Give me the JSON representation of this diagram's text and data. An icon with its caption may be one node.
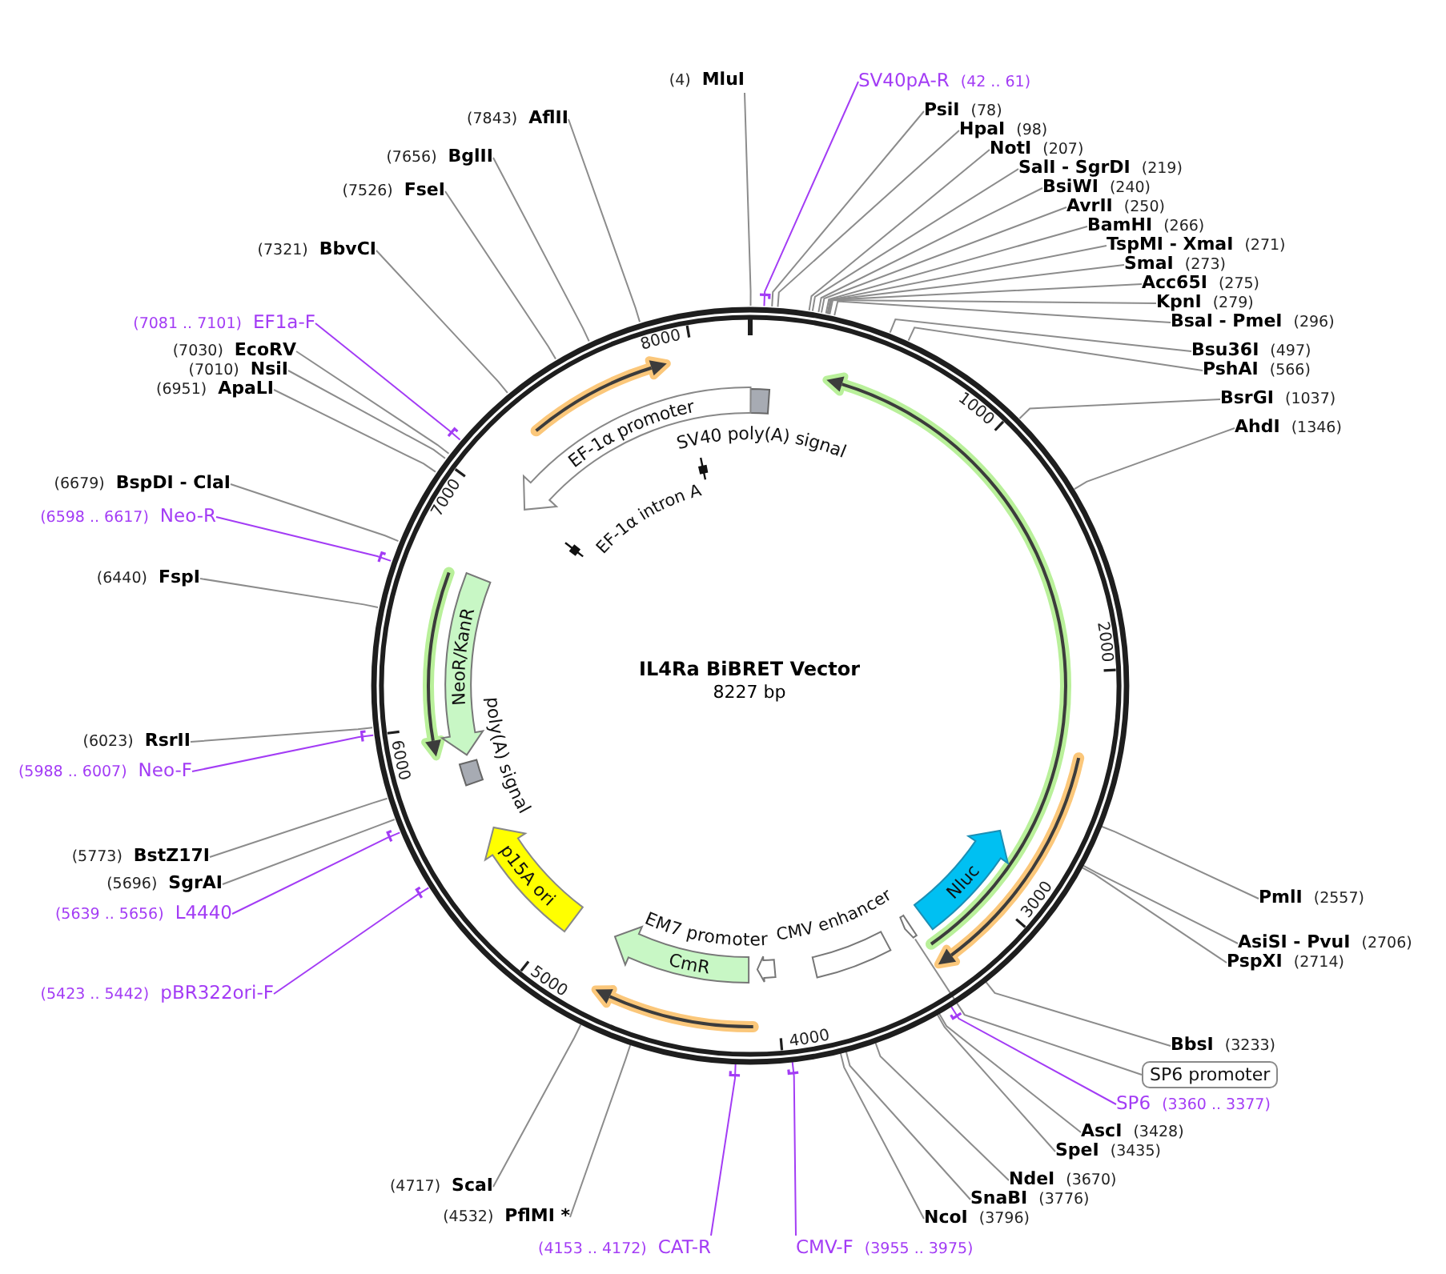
{
  "diagram": {
    "nodes": [
      {
        "text": [
          "IL4Ra BiBRET Vector",
          "8227 bp"
        ]
      },
      {
        "text": [
          "SV40 poly(A) signal"
        ],
        "in": 0
      },
      {
        "text": [
          "EF-1α promoter"
        ],
        "in": 0
      },
      {
        "text": [
          "EF-1α intron A"
        ],
        "in": 0
      },
      {
        "text": [
          "NeoR/KanR"
        ],
        "in": 0
      },
      {
        "text": [
          "poly(A) signal"
        ],
        "in": 0
      },
      {
        "text": [
          "p15A ori"
        ],
        "in": 0
      },
      {
        "text": [
          "Nluc"
        ],
        "in": 0
      },
      {
        "text": [
          "CMV enhancer"
        ],
        "in": 0
      },
      {
        "text": [],
        "shape": "arrow",
        "in": 0
      },
      {
        "text": [
          "EM7 promoter"
        ],
        "in": 0
      },
      {
        "text": [
          "CmR"
        ],
        "in": 0
      },
      {
        "text": [
          "MluI"
        ],
        "beside": [
          "(4)"
        ]
      },
      {
        "text": [
          "SV40pA-R"
        ],
        "beside": [
          "(42 .. 61)"
        ]
      },
      {
        "text": [
          "PsiI"
        ],
        "beside": [
          "(78)"
        ]
      },
      {
        "text": [
          "HpaI"
        ],
        "beside": [
          "(98)"
        ]
      },
      {
        "text": [
          "NotI"
        ],
        "beside": [
          "(207)"
        ]
      },
      {
        "text": [
          "SalI - SgrDI"
        ],
        "beside": [
          "(219)"
        ]
      },
      {
        "text": [
          "BsiWI"
        ],
        "beside": [
          "(240)"
        ]
      },
      {
        "text": [
          "AvrII"
        ],
        "beside": [
          "(250)"
        ]
      },
      {
        "text": [
          "BamHI"
        ],
        "beside": [
          "(266)"
        ]
      },
      {
        "text": [
          "TspMI - XmaI"
        ],
        "beside": [
          "(271)"
        ]
      },
      {
        "text": [
          "SmaI"
        ],
        "beside": [
          "(273)"
        ]
      },
      {
        "text": [
          "Acc65I"
        ],
        "beside": [
          "(275)"
        ]
      },
      {
        "text": [
          "KpnI"
        ],
        "beside": [
          "(279)"
        ]
      },
      {
        "text": [
          "BsaI - PmeI"
        ],
        "beside": [
          "(296)"
        ]
      },
      {
        "text": [
          "Bsu36I"
        ],
        "beside": [
          "(497)"
        ]
      },
      {
        "text": [
          "PshAI"
        ],
        "beside": [
          "(566)"
        ]
      },
      {
        "text": [
          "BsrGI"
        ],
        "beside": [
          "(1037)"
        ]
      },
      {
        "text": [
          "AhdI"
        ],
        "beside": [
          "(1346)"
        ]
      },
      {
        "text": [
          "PmlI"
        ],
        "beside": [
          "(2557)"
        ]
      },
      {
        "text": [
          "AsiSI - PvuI"
        ],
        "beside": [
          "(2706)"
        ]
      },
      {
        "text": [
          "PspXI"
        ],
        "beside": [
          "(2714)"
        ]
      },
      {
        "text": [
          "BbsI"
        ],
        "beside": [
          "(3233)"
        ]
      },
      {
        "text": [
          "SP6 promoter"
        ]
      },
      {
        "text": [
          "SP6"
        ],
        "beside": [
          "(3360 .. 3377)"
        ]
      },
      {
        "text": [
          "AscI"
        ],
        "beside": [
          "(3428)"
        ]
      },
      {
        "text": [
          "SpeI"
        ],
        "beside": [
          "(3435)"
        ]
      },
      {
        "text": [
          "NdeI"
        ],
        "beside": [
          "(3670)"
        ]
      },
      {
        "text": [
          "SnaBI"
        ],
        "beside": [
          "(3776)"
        ]
      },
      {
        "text": [
          "NcoI"
        ],
        "beside": [
          "(3796)"
        ]
      },
      {
        "text": [
          "CMV-F"
        ],
        "beside": [
          "(3955 .. 3975)"
        ]
      },
      {
        "text": [
          "CAT-R"
        ],
        "beside": [
          "(4153 .. 4172)"
        ]
      },
      {
        "text": [
          "PflMI *"
        ],
        "beside": [
          "(4532)"
        ]
      },
      {
        "text": [
          "ScaI"
        ],
        "beside": [
          "(4717)"
        ]
      },
      {
        "text": [
          "pBR322ori-F"
        ],
        "beside": [
          "(5423 .. 5442)"
        ]
      },
      {
        "text": [
          "L4440"
        ],
        "beside": [
          "(5639 .. 5656)"
        ]
      },
      {
        "text": [
          "SgrAI"
        ],
        "beside": [
          "(5696)"
        ]
      },
      {
        "text": [
          "BstZ17I"
        ],
        "beside": [
          "(5773)"
        ]
      },
      {
        "text": [
          "Neo-F"
        ],
        "beside": [
          "(5988 .. 6007)"
        ]
      },
      {
        "text": [
          "RsrII"
        ],
        "beside": [
          "(6023)"
        ]
      },
      {
        "text": [
          "FspI"
        ],
        "beside": [
          "(6440)"
        ]
      },
      {
        "text": [
          "Neo-R"
        ],
        "beside": [
          "(6598 .. 6617)"
        ]
      },
      {
        "text": [
          "BspDI - ClaI"
        ],
        "beside": [
          "(6679)"
        ]
      },
      {
        "text": [
          "ApaLI"
        ],
        "beside": [
          "(6951)"
        ]
      },
      {
        "text": [
          "NsiI"
        ],
        "beside": [
          "(7010)"
        ]
      },
      {
        "text": [
          "EcoRV"
        ],
        "beside": [
          "(7030)"
        ]
      },
      {
        "text": [
          "EF1a-F"
        ],
        "beside": [
          "(7081 .. 7101)"
        ]
      },
      {
        "text": [
          "BbvCI"
        ],
        "beside": [
          "(7321)"
        ]
      },
      {
        "text": [
          "FseI"
        ],
        "beside": [
          "(7526)"
        ]
      },
      {
        "text": [
          "BglII"
        ],
        "beside": [
          "(7656)"
        ]
      },
      {
        "text": [
          "AflII"
        ],
        "beside": [
          "(7843)"
        ]
      }
    ],
    "edges": [
      {
        "from": 12,
        "to": 0,
        "arrow": "none"
      },
      {
        "from": 13,
        "to": 0,
        "arrow": "none",
        "color": "#a33cf5"
      },
      {
        "from": 14,
        "to": 0,
        "arrow": "none"
      },
      {
        "from": 15,
        "to": 0,
        "arrow": "none"
      },
      {
        "from": 16,
        "to": 0,
        "arrow": "none"
      },
      {
        "from": 17,
        "to": 0,
        "arrow": "none"
      },
      {
        "from": 18,
        "to": 0,
        "arrow": "none"
      },
      {
        "from": 19,
        "to": 0,
        "arrow": "none"
      },
      {
        "from": 20,
        "to": 0,
        "arrow": "none"
      },
      {
        "from": 21,
        "to": 0,
        "arrow": "none"
      },
      {
        "from": 22,
        "to": 0,
        "arrow": "none"
      },
      {
        "from": 23,
        "to": 0,
        "arrow": "none"
      },
      {
        "from": 24,
        "to": 0,
        "arrow": "none"
      },
      {
        "from": 25,
        "to": 0,
        "arrow": "none"
      },
      {
        "from": 26,
        "to": 0,
        "arrow": "none"
      },
      {
        "from": 27,
        "to": 0,
        "arrow": "none"
      },
      {
        "from": 28,
        "to": 0,
        "arrow": "none"
      },
      {
        "from": 29,
        "to": 0,
        "arrow": "none"
      },
      {
        "from": 30,
        "to": 0,
        "arrow": "none"
      },
      {
        "from": 31,
        "to": 0,
        "arrow": "none"
      },
      {
        "from": 32,
        "to": 0,
        "arrow": "none"
      },
      {
        "from": 33,
        "to": 0,
        "arrow": "none"
      },
      {
        "from": 34,
        "to": 9,
        "arrow": "none"
      },
      {
        "from": 35,
        "to": 0,
        "arrow": "none",
        "color": "#a33cf5"
      },
      {
        "from": 36,
        "to": 0,
        "arrow": "none"
      },
      {
        "from": 37,
        "to": 0,
        "arrow": "none"
      },
      {
        "from": 38,
        "to": 0,
        "arrow": "none"
      },
      {
        "from": 39,
        "to": 0,
        "arrow": "none"
      },
      {
        "from": 40,
        "to": 0,
        "arrow": "none"
      },
      {
        "from": 41,
        "to": 0,
        "arrow": "none",
        "color": "#a33cf5"
      },
      {
        "from": 42,
        "to": 0,
        "arrow": "none",
        "color": "#a33cf5"
      },
      {
        "from": 43,
        "to": 0,
        "arrow": "none"
      },
      {
        "from": 44,
        "to": 0,
        "arrow": "none"
      },
      {
        "from": 45,
        "to": 0,
        "arrow": "none",
        "color": "#a33cf5"
      },
      {
        "from": 46,
        "to": 0,
        "arrow": "none",
        "color": "#a33cf5"
      },
      {
        "from": 47,
        "to": 0,
        "arrow": "none"
      },
      {
        "from": 48,
        "to": 0,
        "arrow": "none"
      },
      {
        "from": 49,
        "to": 0,
        "arrow": "none",
        "color": "#a33cf5"
      },
      {
        "from": 50,
        "to": 0,
        "arrow": "none"
      },
      {
        "from": 51,
        "to": 0,
        "arrow": "none"
      },
      {
        "from": 52,
        "to": 0,
        "arrow": "none",
        "color": "#a33cf5"
      },
      {
        "from": 53,
        "to": 0,
        "arrow": "none"
      },
      {
        "from": 54,
        "to": 0,
        "arrow": "none"
      },
      {
        "from": 55,
        "to": 0,
        "arrow": "none"
      },
      {
        "from": 56,
        "to": 0,
        "arrow": "none"
      },
      {
        "from": 57,
        "to": 0,
        "arrow": "none",
        "color": "#a33cf5"
      },
      {
        "from": 58,
        "to": 0,
        "arrow": "none"
      },
      {
        "from": 59,
        "to": 0,
        "arrow": "none"
      },
      {
        "from": 60,
        "to": 0,
        "arrow": "none"
      },
      {
        "from": 61,
        "to": 0,
        "arrow": "none"
      }
    ],
    "labels": [
      "1000",
      "2000",
      "3000",
      "4000",
      "5000",
      "6000",
      "7000",
      "8000"
    ]
  }
}
